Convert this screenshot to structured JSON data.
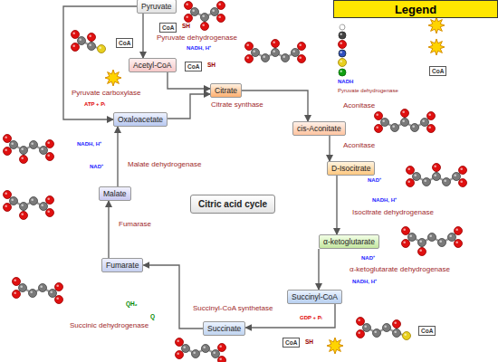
{
  "diagram": {
    "nodes": [
      {
        "text": [
          "Legend"
        ]
      },
      {
        "text": [
          "Pyruvate"
        ]
      },
      {
        "text": [
          "CoA"
        ]
      },
      {
        "text": [
          "CoA"
        ]
      },
      {
        "text": [
          "Acetyl-CoA"
        ]
      },
      {
        "text": [
          "CoA"
        ]
      },
      {
        "text": [
          "CoA"
        ]
      },
      {
        "text": [
          "Citrate"
        ]
      },
      {
        "text": [
          "Oxaloacetate"
        ]
      },
      {
        "text": [
          "cis-Aconitate"
        ]
      },
      {
        "text": [
          "D-Isocitrate"
        ]
      },
      {
        "text": [
          "Malate"
        ]
      },
      {
        "text": [
          "Citric acid cycle"
        ]
      },
      {
        "text": [
          "α-ketoglutarate"
        ]
      },
      {
        "text": [
          "Fumarate"
        ]
      },
      {
        "text": [
          "Succinyl-CoA"
        ]
      },
      {
        "text": [
          "CoA"
        ]
      },
      {
        "text": [
          "Succinate"
        ]
      },
      {
        "text": [
          "CoA"
        ]
      }
    ],
    "edges": [
      {
        "from": 1,
        "to": 4,
        "arrow": "to"
      },
      {
        "from": 4,
        "to": 7,
        "arrow": "to"
      },
      {
        "from": 8,
        "to": 7,
        "arrow": "to"
      },
      {
        "from": 1,
        "to": 8,
        "arrow": "to"
      },
      {
        "from": 7,
        "to": 9,
        "arrow": "to"
      },
      {
        "from": 9,
        "to": 10,
        "arrow": "to"
      },
      {
        "from": 10,
        "to": 13,
        "arrow": "to"
      },
      {
        "from": 13,
        "to": 15,
        "arrow": "to"
      },
      {
        "from": 15,
        "to": 17,
        "arrow": "to"
      },
      {
        "from": 17,
        "to": 14,
        "arrow": "to"
      },
      {
        "from": 14,
        "to": 11,
        "arrow": "to"
      },
      {
        "from": 11,
        "to": 8,
        "arrow": "to"
      }
    ],
    "labels": [
      "SH",
      "Pyruvate dehydrogenase",
      "NADH, H⁺",
      "SH",
      "Pyruvate carboxylase",
      "ATP + Pᵢ",
      "Citrate synthase",
      "Aconitase",
      "NADH, H⁺",
      "Aconitase",
      "Malate dehydrogenase",
      "NAD⁺",
      "NAD⁺",
      "NADH, H⁺",
      "Isocitrate dehydrogenase",
      "Fumarase",
      "NAD⁺",
      "α-ketoglutarate dehydrogenase",
      "NADH, H⁺",
      "QH₂",
      "Succinyl-CoA synthetase",
      "Q",
      "GDP + Pᵢ",
      "Succinic dehydrogenase",
      "SH",
      "NADH",
      "Pyruvate dehydrogenase"
    ]
  }
}
